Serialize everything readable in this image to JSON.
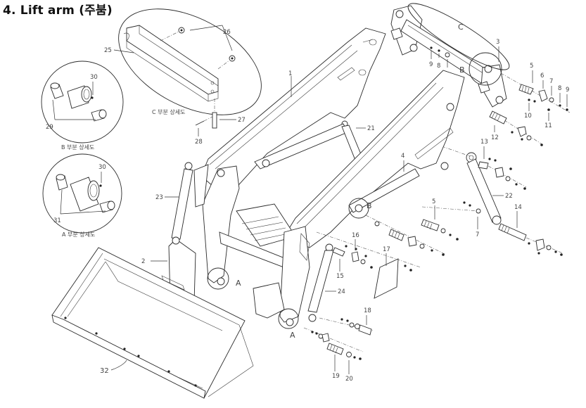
{
  "title": "4. Lift arm (주붐)",
  "detail_views": {
    "A": {
      "letter": "A",
      "caption": "A  부분 상세도"
    },
    "B": {
      "letter": "B",
      "caption": "B 부분 상세도"
    },
    "C": {
      "letter": "C",
      "caption": "C 부분 상세도"
    }
  },
  "callouts": {
    "p1": "1",
    "p2": "2",
    "p3": "3",
    "p4": "4",
    "p5a": "5",
    "p5b": "5",
    "p6": "6",
    "p7a": "7",
    "p7b": "7",
    "p8a": "8",
    "p8b": "8",
    "p9a": "9",
    "p9b": "9",
    "p10": "10",
    "p11": "11",
    "p12": "12",
    "p13": "13",
    "p14": "14",
    "p15": "15",
    "p16": "16",
    "p17": "17",
    "p18": "18",
    "p19": "19",
    "p20": "20",
    "p21": "21",
    "p22": "22",
    "p23": "23",
    "p24": "24",
    "p25": "25",
    "p26": "26",
    "p27": "27",
    "p28": "28",
    "p29": "29",
    "p30a": "30",
    "p30b": "30",
    "p31": "31",
    "p32": "32"
  },
  "markers": {
    "A1": "A",
    "A2": "A",
    "B1": "B",
    "B2": "B",
    "C1": "C"
  }
}
